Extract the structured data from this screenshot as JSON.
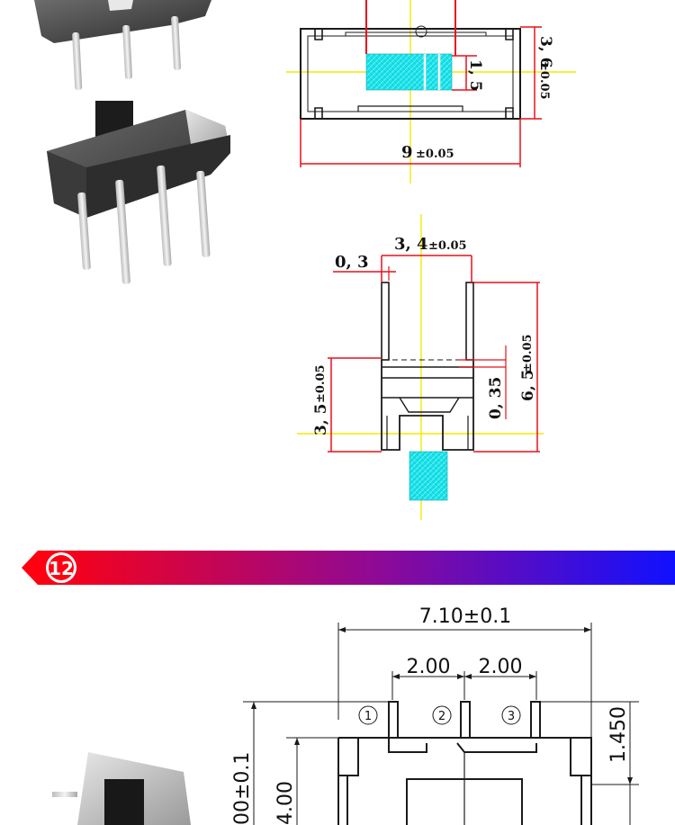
{
  "colors": {
    "dimension_red": "#e8101a",
    "center_yellow": "#f2ea00",
    "actuator_cyan": "#16e0e8",
    "outline": "#1a1a1a",
    "banner_start": "#ff0010",
    "banner_end": "#1010ff"
  },
  "top_view": {
    "dim_height": "3, 6",
    "dim_height_tol": "±0.05",
    "dim_slot": "1, 5",
    "dim_width": "9",
    "dim_width_tol": "±0.05"
  },
  "side_view": {
    "dim_pin_thickness": "0, 3",
    "dim_pin_pitch": "3, 4",
    "dim_pin_pitch_tol": "±0.05",
    "dim_total_height": "6, 5",
    "dim_total_height_tol": "±0.05",
    "dim_gap": "0, 35",
    "dim_body_height": "3, 5",
    "dim_body_height_tol": "±0.05"
  },
  "section_banner": {
    "number": "12"
  },
  "drawing_12": {
    "dim_width": "7.10±0.1",
    "dim_pitch_1": "2.00",
    "dim_pitch_2": "2.00",
    "dim_pin_height": "1.450",
    "dim_left_outer": "00±0.1",
    "dim_left_inner": "4.00",
    "pin_labels": [
      "1",
      "2",
      "3"
    ]
  },
  "photos": {
    "top_switch": "slide-switch-photo",
    "middle_switch": "slide-switch-photo",
    "bottom_switch": "mini-slide-switch-photo"
  }
}
